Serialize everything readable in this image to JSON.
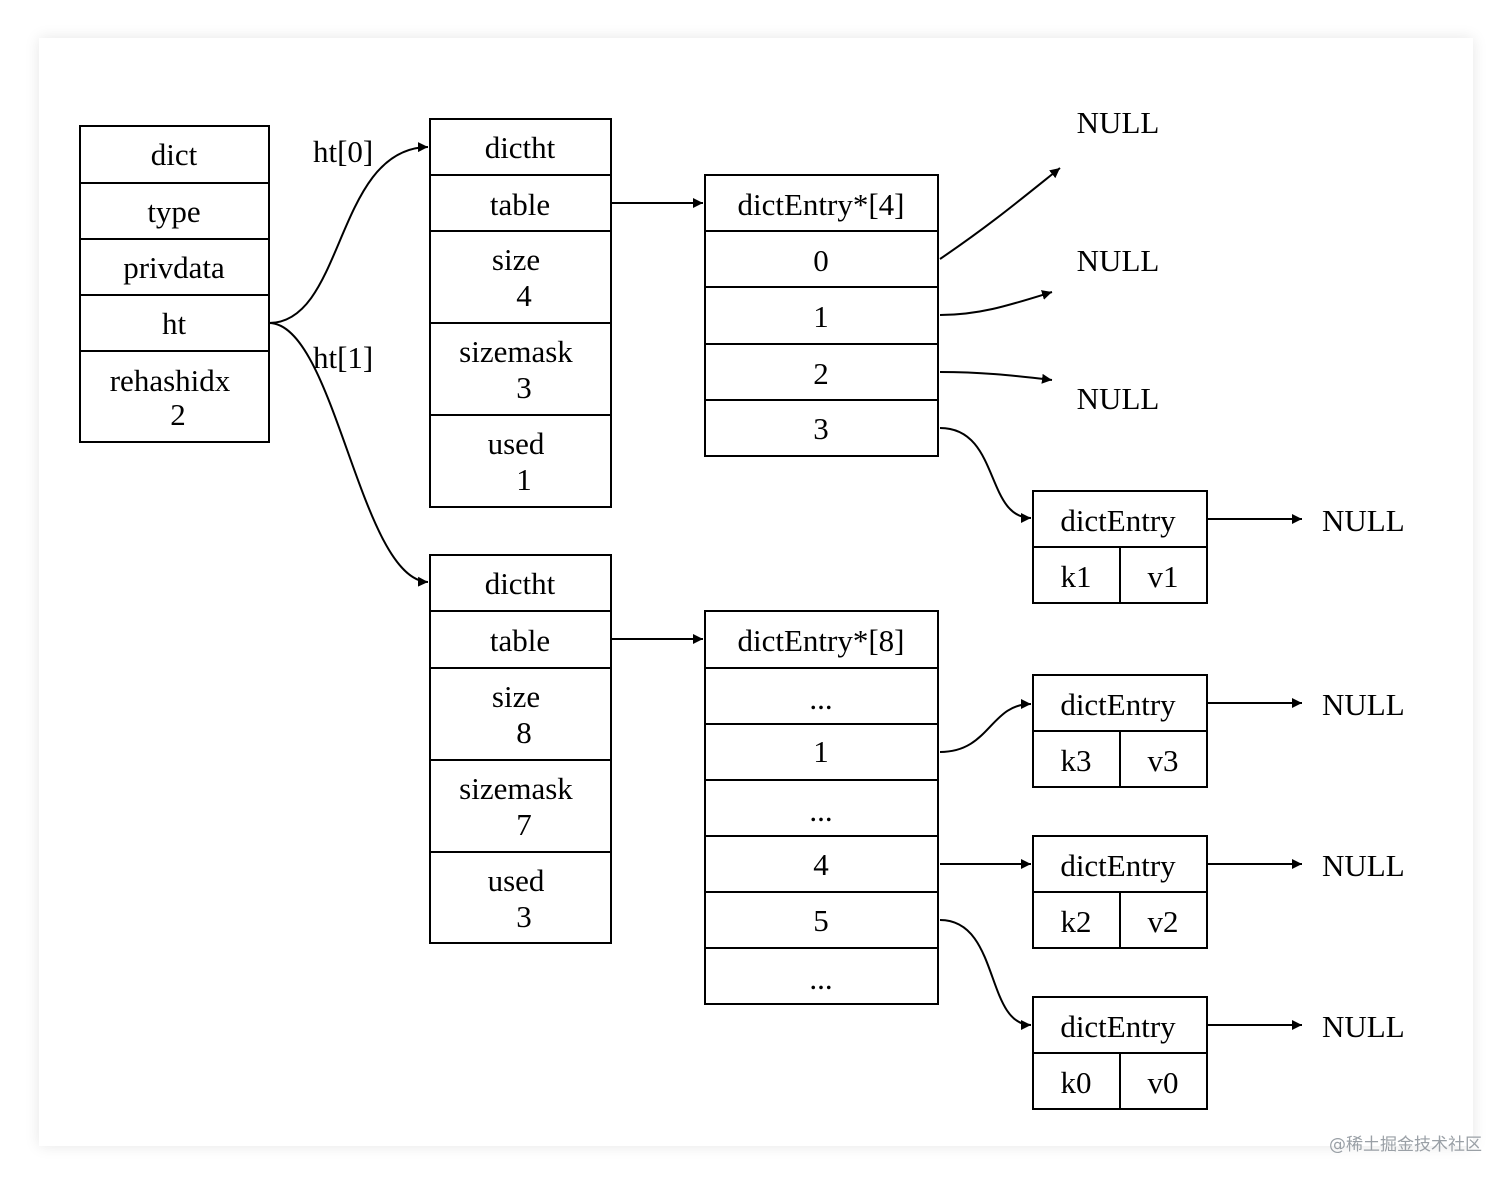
{
  "dict": {
    "title": "dict",
    "type": "type",
    "privdata": "privdata",
    "ht": "ht",
    "rehashidx_label": "rehashidx",
    "rehashidx_value": "2"
  },
  "edge_labels": {
    "ht0": "ht[0]",
    "ht1": "ht[1]"
  },
  "ht0": {
    "title": "dictht",
    "table": "table",
    "size_label": "size",
    "size_value": "4",
    "sizemask_label": "sizemask",
    "sizemask_value": "3",
    "used_label": "used",
    "used_value": "1"
  },
  "ht1": {
    "title": "dictht",
    "table": "table",
    "size_label": "size",
    "size_value": "8",
    "sizemask_label": "sizemask",
    "sizemask_value": "7",
    "used_label": "used",
    "used_value": "3"
  },
  "table0": {
    "title": "dictEntry*[4]",
    "slots": [
      "0",
      "1",
      "2",
      "3"
    ]
  },
  "table1": {
    "title": "dictEntry*[8]",
    "slots": [
      "...",
      "1",
      "...",
      "4",
      "5",
      "..."
    ]
  },
  "entries": [
    {
      "title": "dictEntry",
      "key": "k1",
      "value": "v1"
    },
    {
      "title": "dictEntry",
      "key": "k3",
      "value": "v3"
    },
    {
      "title": "dictEntry",
      "key": "k2",
      "value": "v2"
    },
    {
      "title": "dictEntry",
      "key": "k0",
      "value": "v0"
    }
  ],
  "null_label": "NULL",
  "watermark": "@稀土掘金技术社区"
}
